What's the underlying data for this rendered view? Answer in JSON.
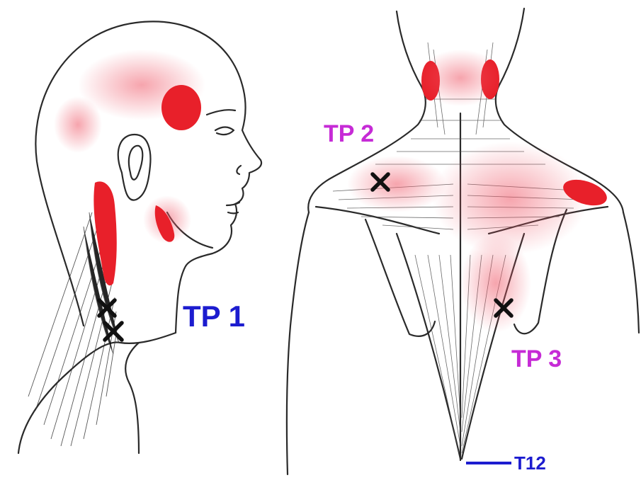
{
  "labels": {
    "tp1": "TP 1",
    "tp2": "TP 2",
    "tp3": "TP 3",
    "t12": "T12"
  },
  "colors": {
    "tp1_label": "#1c1ccf",
    "tp2_label": "#c62bd6",
    "tp3_label": "#c62bd6",
    "t12_label": "#1c1ccf",
    "referral_zone": "#e8202a",
    "outline": "#2a2a2a"
  },
  "markers": {
    "trigger_point": "x-mark-icon"
  }
}
